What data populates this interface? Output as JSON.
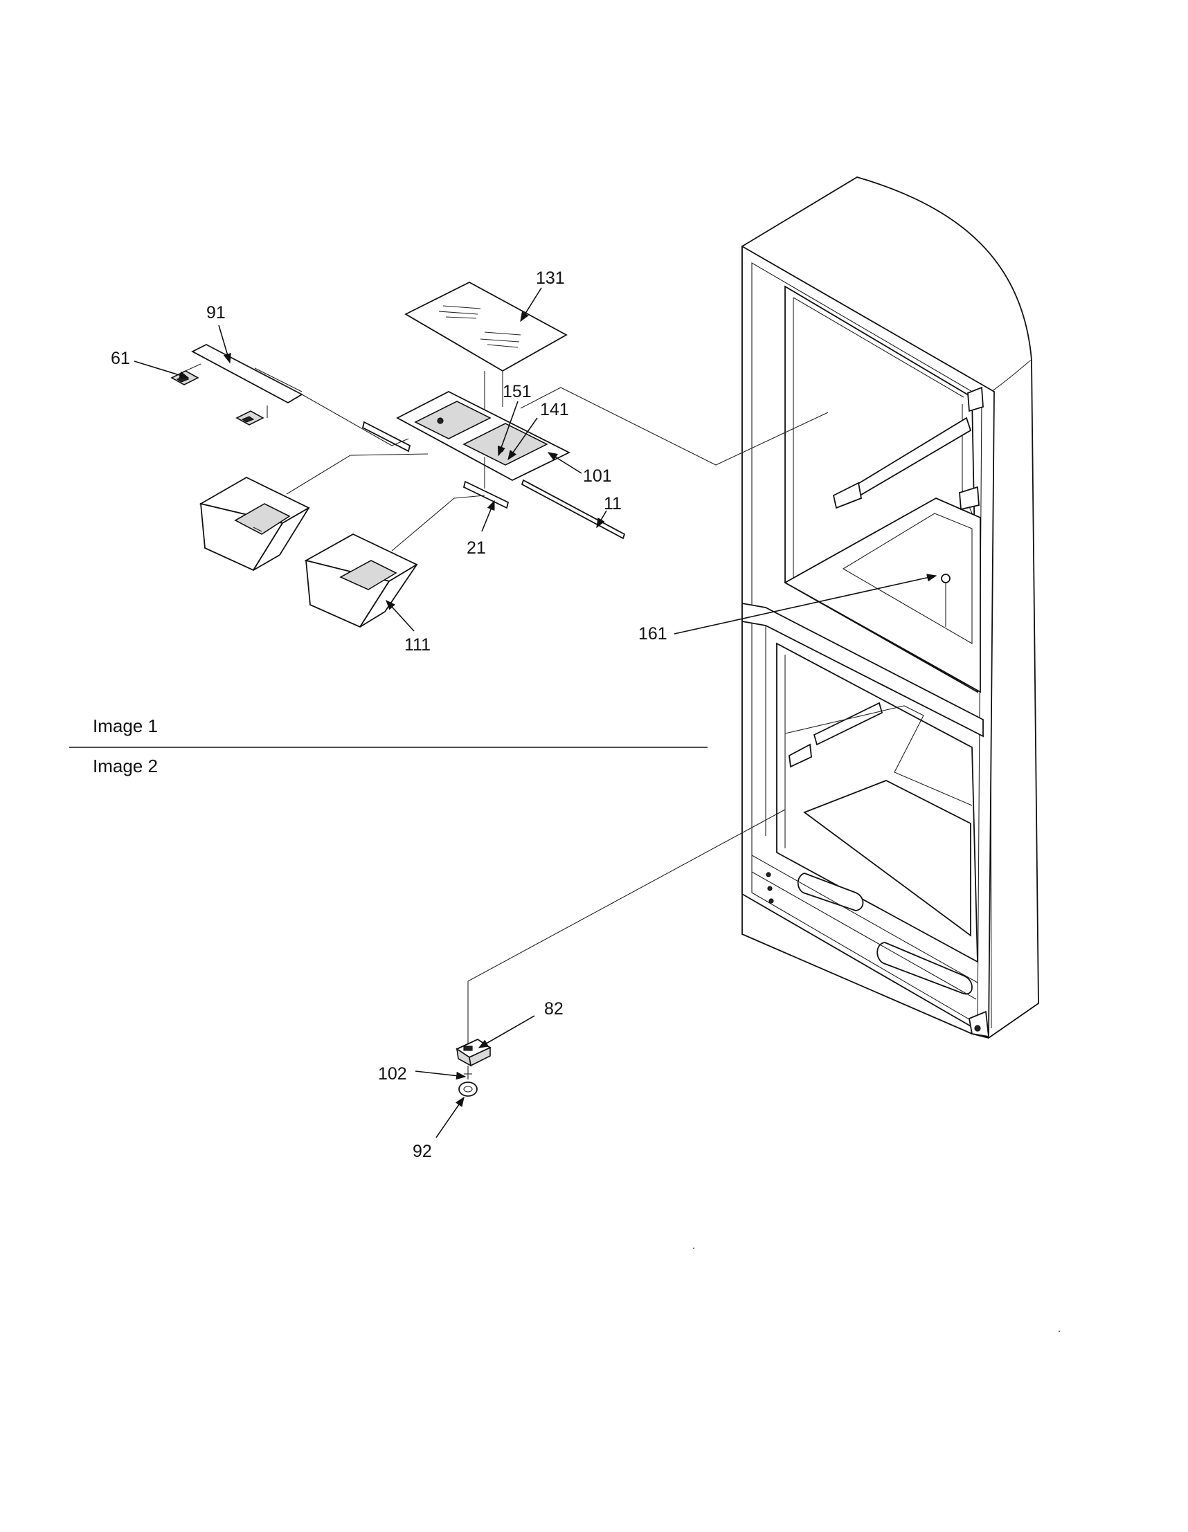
{
  "sections": {
    "image1": "Image 1",
    "image2": "Image 2"
  },
  "parts": {
    "p61": "61",
    "p91": "91",
    "p131": "131",
    "p151": "151",
    "p141": "141",
    "p101": "101",
    "p11": "11",
    "p21": "21",
    "p111": "111",
    "p161": "161",
    "p82": "82",
    "p102": "102",
    "p92": "92"
  }
}
